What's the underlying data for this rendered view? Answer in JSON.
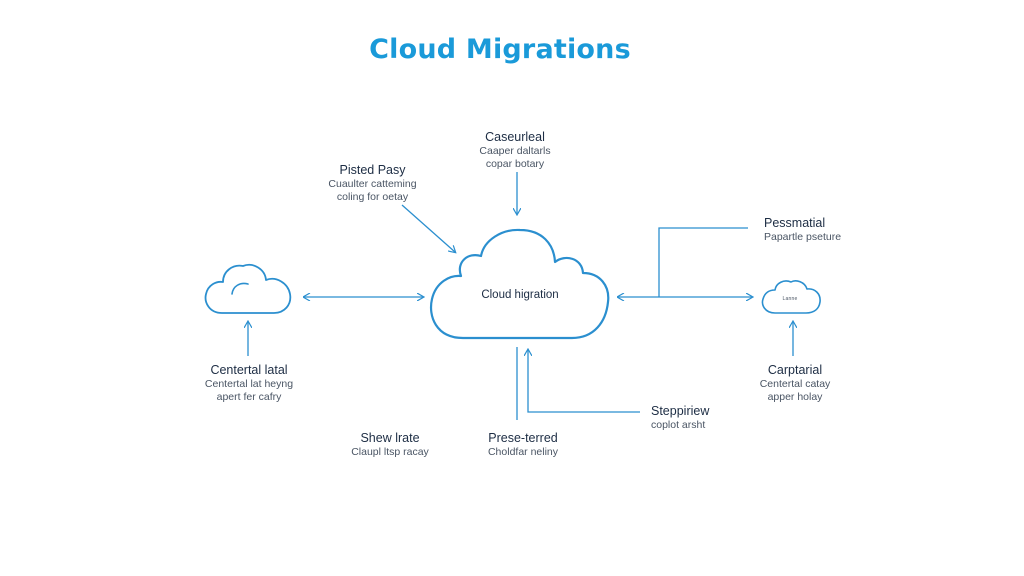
{
  "title": "Cloud Migrations",
  "colors": {
    "title": "#1a9ad9",
    "stroke": "#2b8fcf",
    "label_title": "#1d2d44",
    "label_sub": "#4a5564"
  },
  "center_cloud": {
    "label": "Cloud higration"
  },
  "left_cloud": {
    "label": "Centertal latal",
    "sub": [
      "Centertal lat heyng",
      "apert fer cafry"
    ]
  },
  "right_cloud": {
    "inner_text": "Lanne",
    "label": "Carptarial",
    "sub": [
      "Centertal catay",
      "apper holay"
    ]
  },
  "labels": {
    "top": {
      "title": "Caseurleal",
      "sub": [
        "Caaper daltarls",
        "copar botary"
      ]
    },
    "upper_left": {
      "title": "Pisted Pasy",
      "sub": [
        "Cuaulter catteming",
        "coling for oetay"
      ]
    },
    "upper_right": {
      "title": "Pessmatial",
      "sub": [
        "Papartle pseture"
      ]
    },
    "bottom_right": {
      "title": "Steppiriew",
      "sub": [
        "coplot arsht"
      ]
    },
    "bottom_left": {
      "title": "Shew lrate",
      "sub": [
        "Claupl ltsp racay"
      ]
    },
    "bottom_center": {
      "title": "Prese-terred",
      "sub": [
        "Choldfar neliny"
      ]
    }
  }
}
